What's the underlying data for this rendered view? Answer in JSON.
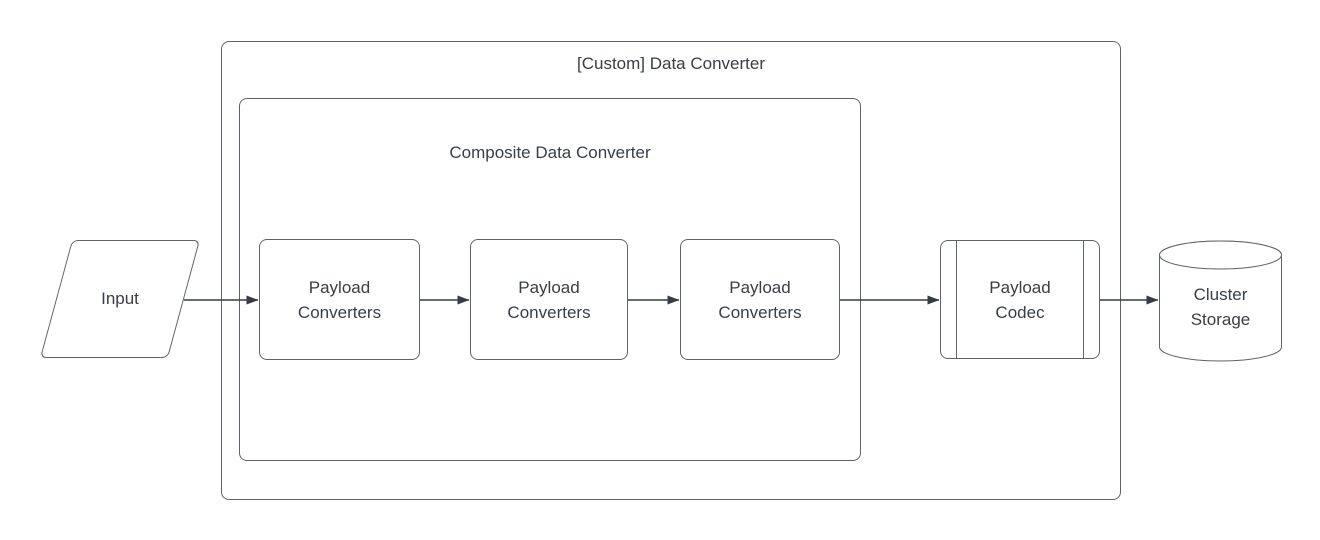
{
  "diagram": {
    "outer_container": {
      "title": "[Custom] Data Converter"
    },
    "inner_container": {
      "title": "Composite Data Converter"
    },
    "input_node": {
      "label": "Input",
      "shape": "parallelogram"
    },
    "payload_converters": [
      {
        "label": "Payload\nConverters"
      },
      {
        "label": "Payload\nConverters"
      },
      {
        "label": "Payload\nConverters"
      }
    ],
    "payload_codec": {
      "label": "Payload\nCodec",
      "shape": "subroutine"
    },
    "cluster_storage": {
      "label": "Cluster\nStorage",
      "shape": "cylinder"
    },
    "colors": {
      "shape_stroke": "#5C636C",
      "text": "#363E4A",
      "arrow": "#343C46",
      "background": "#FFFFFF"
    }
  }
}
